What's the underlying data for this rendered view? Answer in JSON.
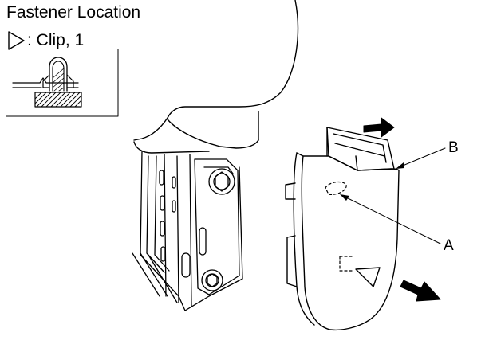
{
  "fastener_location": {
    "title": "Fastener Location",
    "legend_text": ": Clip, 1",
    "legend_symbol": "triangle-outline-icon"
  },
  "callouts": {
    "a": "A",
    "b": "B"
  },
  "colors": {
    "line": "#000000",
    "background": "#ffffff"
  }
}
